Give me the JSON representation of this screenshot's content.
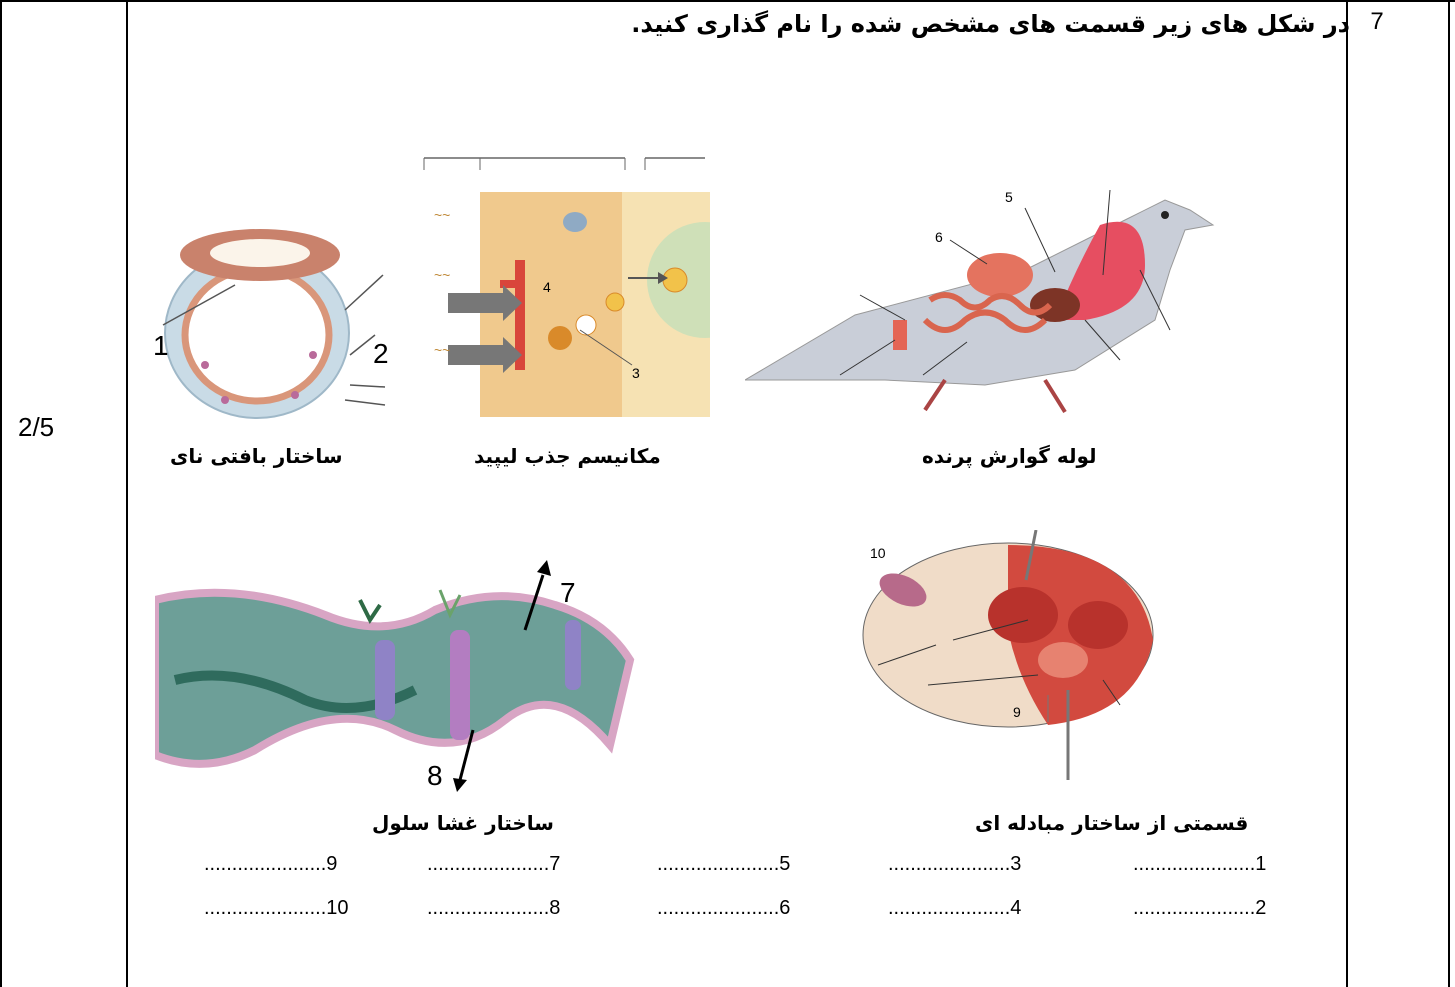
{
  "question": {
    "number": "7",
    "score": "2/5",
    "text": "در شکل های زیر قسمت های مشخص شده را نام گذاری کنید."
  },
  "figures": [
    {
      "caption": "ساختار بافتی نای",
      "labels": [
        "1",
        "2"
      ]
    },
    {
      "caption": "مکانیسم جذب لیپید",
      "labels": [
        "3",
        "4"
      ]
    },
    {
      "caption": "لوله گوارش پرنده",
      "labels": [
        "5",
        "6"
      ]
    },
    {
      "caption": "ساختار غشا سلول",
      "labels": [
        "7",
        "8"
      ]
    },
    {
      "caption": "قسمتی از ساختار مبادله ای",
      "labels": [
        "9",
        "10"
      ]
    }
  ],
  "answers": [
    {
      "text": "......................1"
    },
    {
      "text": "......................2"
    },
    {
      "text": "......................3"
    },
    {
      "text": "......................4"
    },
    {
      "text": "......................5"
    },
    {
      "text": "......................6"
    },
    {
      "text": "......................7"
    },
    {
      "text": "......................8"
    },
    {
      "text": "......................9"
    },
    {
      "text": "......................10"
    }
  ]
}
